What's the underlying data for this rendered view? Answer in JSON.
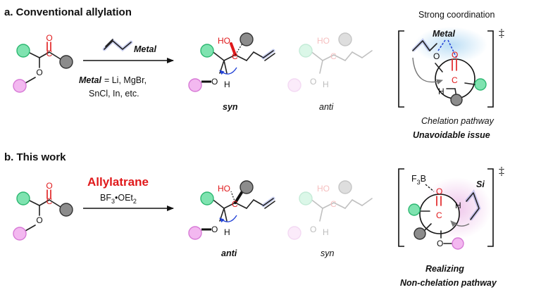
{
  "panel_a": {
    "heading": "a. Conventional allylation",
    "reagent": "Metal",
    "metal_def_key": "Metal",
    "metal_def_rest": "= Li, MgBr,",
    "metal_def_line2": "SnCl, In, etc.",
    "product_major": "syn",
    "product_minor": "anti",
    "ts_title": "Strong coordination",
    "ts_metal": "Metal",
    "ts_pathway": "Chelation pathway",
    "ts_issue": "Unavoidable issue"
  },
  "panel_b": {
    "heading": "b. This work",
    "reagent": "Allylatrane",
    "lewis_acid_pre": "BF",
    "lewis_acid_sub1": "3",
    "lewis_acid_mid": "•OEt",
    "lewis_acid_sub2": "2",
    "product_major": "anti",
    "product_minor": "syn",
    "ts_si": "Si",
    "ts_f3b": "F",
    "ts_f3b_sub": "3",
    "ts_f3b_b": "B",
    "ts_realizing": "Realizing",
    "ts_pathway": "Non-chelation pathway"
  },
  "atoms": {
    "O": "O",
    "C": "C",
    "H": "H",
    "HO": "HO"
  },
  "ts_symbol": "‡",
  "colors": {
    "red": "#e0191b",
    "green_fill": "#7fe3b0",
    "green_stroke": "#2eb872",
    "pink_fill": "#f3b8f0",
    "pink_stroke": "#d77ad6",
    "gray_fill": "#8c8c8c",
    "blue": "#1f3fd6",
    "allyl_blue": "#6f7fd8"
  }
}
